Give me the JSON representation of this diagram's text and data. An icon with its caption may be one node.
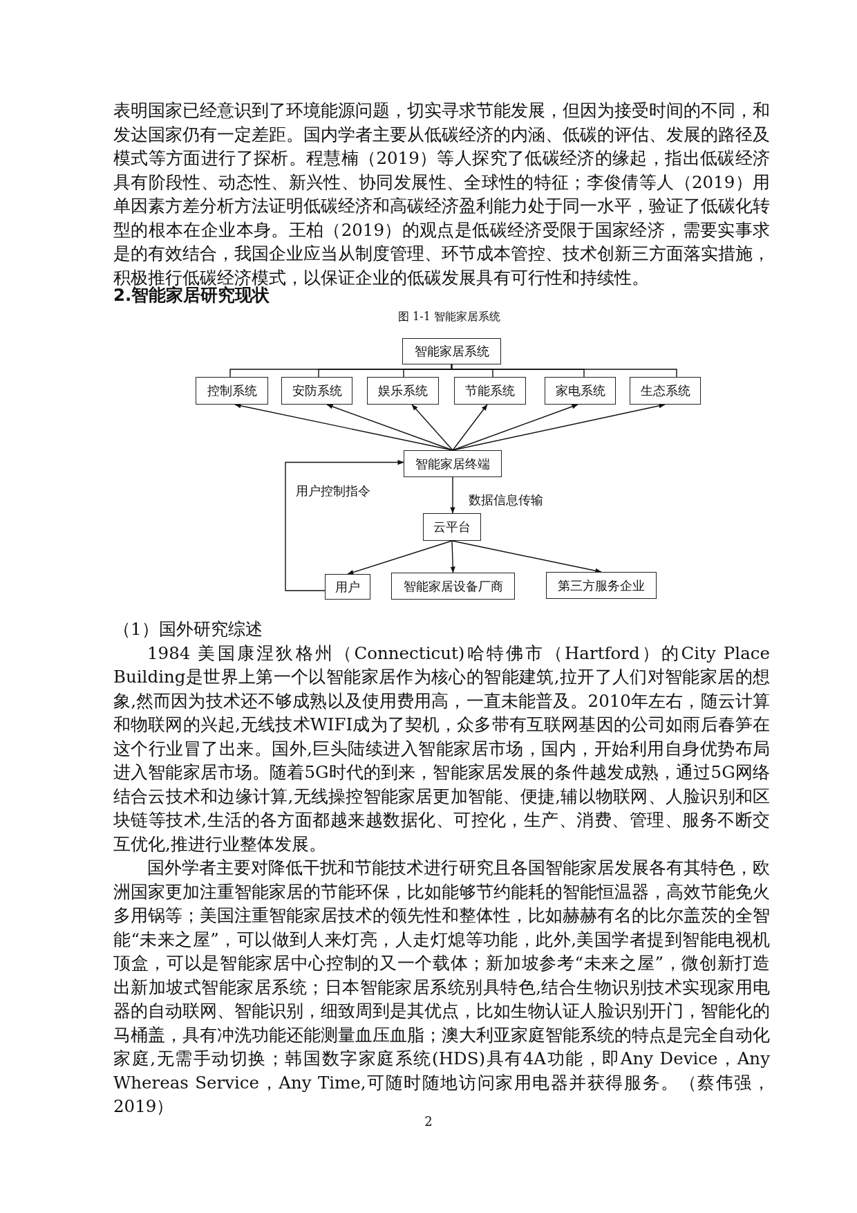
{
  "diagram": {
    "title": "图 1-1 智能家居系统",
    "nodes": [
      {
        "text": [
          "智能家居系统"
        ]
      },
      {
        "text": [
          "控制系统"
        ]
      },
      {
        "text": [
          "安防系统"
        ]
      },
      {
        "text": [
          "娱乐系统"
        ]
      },
      {
        "text": [
          "节能系统"
        ]
      },
      {
        "text": [
          "家电系统"
        ]
      },
      {
        "text": [
          "生态系统"
        ]
      },
      {
        "text": [
          "智能家居终端"
        ]
      },
      {
        "text": [
          "云平台"
        ]
      },
      {
        "text": [
          "用户"
        ]
      },
      {
        "text": [
          "智能家居设备厂商"
        ]
      },
      {
        "text": [
          "第三方服务企业"
        ]
      }
    ],
    "edges": [
      {
        "from": 0,
        "to": 1,
        "arrow": "none"
      },
      {
        "from": 0,
        "to": 2,
        "arrow": "none"
      },
      {
        "from": 0,
        "to": 3,
        "arrow": "none"
      },
      {
        "from": 0,
        "to": 4,
        "arrow": "none"
      },
      {
        "from": 0,
        "to": 5,
        "arrow": "none"
      },
      {
        "from": 0,
        "to": 6,
        "arrow": "none"
      },
      {
        "from": 7,
        "to": 1,
        "arrow": "to"
      },
      {
        "from": 7,
        "to": 2,
        "arrow": "to"
      },
      {
        "from": 7,
        "to": 3,
        "arrow": "to"
      },
      {
        "from": 7,
        "to": 4,
        "arrow": "to"
      },
      {
        "from": 7,
        "to": 5,
        "arrow": "to"
      },
      {
        "from": 7,
        "to": 6,
        "arrow": "to"
      },
      {
        "from": 7,
        "to": 8,
        "arrow": "to",
        "label": "数据信息传输"
      },
      {
        "from": 8,
        "to": 9,
        "arrow": "to"
      },
      {
        "from": 8,
        "to": 10,
        "arrow": "to"
      },
      {
        "from": 8,
        "to": 11,
        "arrow": "to"
      },
      {
        "from": 9,
        "to": 7,
        "arrow": "to",
        "label": "用户控制指令"
      }
    ],
    "labels": [
      "表明国家已经意识到了环境能源问题，切实寻求节能发展，但因为接受时间的不同，和发达国家仍有一定差距。国内学者主要从低碳经济的内涵、低碳的评估、发展的路径及模式等方面进行了探析。程慧楠（2019）等人探究了低碳经济的缘起，指出低碳经济具有阶段性、动态性、新兴性、协同发展性、全球性的特征；李俊倩等人（2019）用单因素方差分析方法证明低碳经济和高碳经济盈利能力处于同一水平，验证了低碳化转型的根本在企业本身。王柏（2019）的观点是低碳经济受限于国家经济，需要实事求是的有效结合，我国企业应当从制度管理、环节成本管控、技术创新三方面落实措施，积极推行低碳经济模式，以保证企业的低碳发展具有可行性和持续性。",
      "2.智能家居研究现状",
      "（1）国外研究综述",
      "1984 美国康涅狄格州（Connecticut)哈特佛市（Hartford）的City Place Building是世界上第一个以智能家居作为核心的智能建筑,拉开了人们对智能家居的想象,然而因为技术还不够成熟以及使用费用高，一直未能普及。2010年左右，随云计算和物联网的兴起,无线技术WIFI成为了契机，众多带有互联网基因的公司如雨后春笋在这个行业冒了出来。国外,巨头陆续进入智能家居市场，国内，开始利用自身优势布局进入智能家居市场。随着5G时代的到来，智能家居发展的条件越发成熟，通过5G网络结合云技术和边缘计算,无线操控智能家居更加智能、便捷,辅以物联网、人脸识别和区块链等技术,生活的各方面都越来越数据化、可控化，生产、消费、管理、服务不断交互优化,推进行业整体发展。",
      "国外学者主要对降低干扰和节能技术进行研究且各国智能家居发展各有其特色，欧洲国家更加注重智能家居的节能环保，比如能够节约能耗的智能恒温器，高效节能免火多用锅等；美国注重智能家居技术的领先性和整体性，比如赫赫有名的比尔盖茨的全智能“未来之屋”，可以做到人来灯亮，人走灯熄等功能，此外,美国学者提到智能电视机顶盒，可以是智能家居中心控制的又一个载体；新加坡参考“未来之屋”，微创新打造出新加坡式智能家居系统；日本智能家居系统别具特色,结合生物识别技术实现家用电器的自动联网、智能识别，细致周到是其优点，比如生物认证人脸识别开门，智能化的马桶盖，具有冲洗功能还能测量血压血脂；澳大利亚家庭智能系统的特点是完全自动化家庭,无需手动切换；韩国数字家庭系统(HDS)具有4A功能，即Any Device，Any Whereas Service，Any Time,可随时随地访问家用电器并获得服务。（蔡伟强，2019）",
      "2"
    ]
  }
}
